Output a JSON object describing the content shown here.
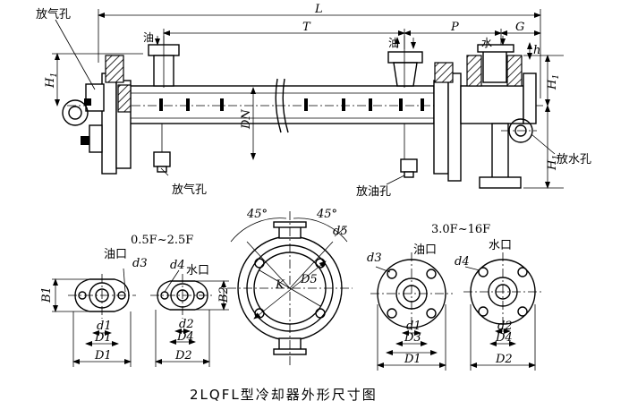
{
  "title": "2LQFL型冷却器外形尺寸图",
  "callouts": {
    "vent_top": "放气孔",
    "vent_bottom": "放气孔",
    "drain_water": "放水孔",
    "drain_oil": "放油孔"
  },
  "port_labels": {
    "oil": "油",
    "water": "水",
    "oil_port": "油口",
    "water_port": "水口"
  },
  "dims": {
    "L": "L",
    "T": "T",
    "P": "P",
    "G": "G",
    "h": "h",
    "H1": "H1",
    "H1_sub": "1",
    "H": "H",
    "DN": "DN",
    "K": "K",
    "D5": "D5",
    "d5": "d5",
    "B1": "B1",
    "B2": "B2",
    "d1": "d1",
    "d2": "d2",
    "d3": "d3",
    "d4": "d4",
    "D1": "D1",
    "D2": "D2",
    "D3": "D3",
    "D4": "D4",
    "angle_left": "45°",
    "angle_right": "45°"
  },
  "ranges": {
    "small": "0.5F~2.5F",
    "large": "3.0F~16F"
  }
}
